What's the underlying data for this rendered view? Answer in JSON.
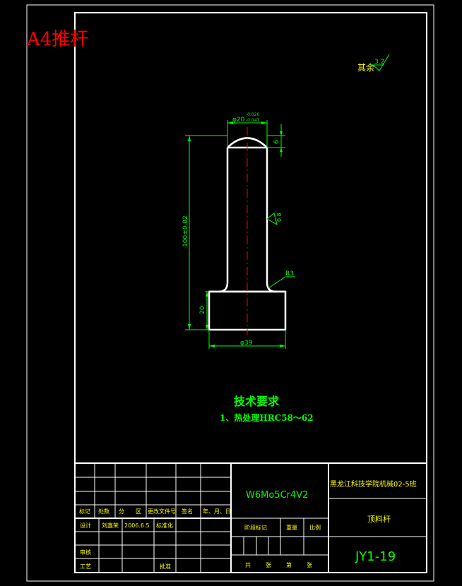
{
  "page": {
    "watermark": "A4推杆",
    "surface_note": "其余",
    "surface_roughness": "3.2"
  },
  "part": {
    "dim_head_dia": "φ20",
    "dim_head_tol_upper": "-0.020",
    "dim_head_tol_lower": "-0.041",
    "dim_cap": "6",
    "dim_length": "100±0.02",
    "dim_base_height": "20",
    "dim_base_dia": "φ39",
    "dim_fillet": "R3",
    "roughness_shaft": "0.8"
  },
  "tech": {
    "title": "技术要求",
    "item1": "1、热处理HRC58～62"
  },
  "titleblock": {
    "material": "W6Mo5Cr4V2",
    "org": "黑龙江科技学院机械02-5班",
    "part_name": "顶料杆",
    "drawing_no": "JY1-19",
    "rev_labels": [
      "标记",
      "处数",
      "分",
      "区",
      "更改文件号",
      "签名",
      "年、月、日"
    ],
    "designer_label": "设计",
    "designer_name": "刘鑫荣",
    "design_date": "2006.6.5",
    "std_label": "标准化",
    "review_label": "审核",
    "process_label": "工艺",
    "approve_label": "批准",
    "stage_label": "阶段标记",
    "weight_label": "重量",
    "scale_label": "比例",
    "sheets_label": "共",
    "sheet_label": "张",
    "sheet_no_label": "第",
    "sheet_no_unit": "张"
  },
  "colors": {
    "background": "#000000",
    "frame": "#ffffff",
    "dimension": "#00ff00",
    "centerline": "#ff0000",
    "watermark": "#ff0000",
    "note": "#ffff00"
  }
}
